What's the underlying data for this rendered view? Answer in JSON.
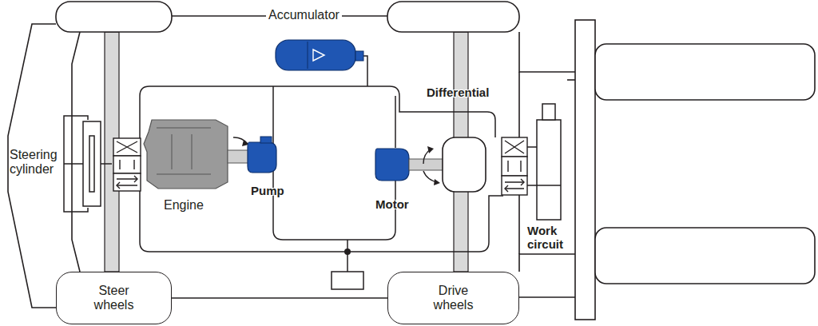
{
  "diagram": {
    "nodes": [
      {
        "text": [
          "Steer wheels"
        ]
      },
      {
        "text": [
          "Drive wheels"
        ]
      }
    ],
    "edges": [
      {
        "from": 0,
        "to": 1,
        "arrow": "none"
      }
    ],
    "labels": [
      "Accumulator",
      "Differential",
      "Steering cylinder",
      "Engine",
      "Pump",
      "Motor",
      "Work circuit"
    ]
  }
}
